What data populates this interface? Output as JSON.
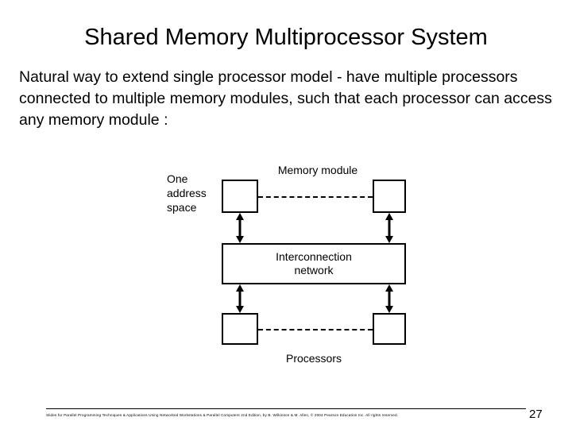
{
  "slide": {
    "title": "Shared Memory Multiprocessor System",
    "body": "Natural way to extend single processor model - have multiple processors connected to multiple memory modules, such that each processor can access any memory module :",
    "page_number": "27",
    "footer_credit": "Slides for Parallel Programming Techniques & Applications Using Networked Workstations & Parallel Computers 2nd Edition, by B. Wilkinson & M. Allen, © 2004 Pearson Education Inc. All rights reserved."
  },
  "diagram": {
    "labels": {
      "one_address_space": "One address space",
      "memory_module": "Memory module",
      "processors": "Processors",
      "interconnection_network_line1": "Interconnection",
      "interconnection_network_line2": "network"
    },
    "colors": {
      "stroke": "#000000",
      "fill": "#ffffff",
      "background": "#ffffff"
    }
  }
}
